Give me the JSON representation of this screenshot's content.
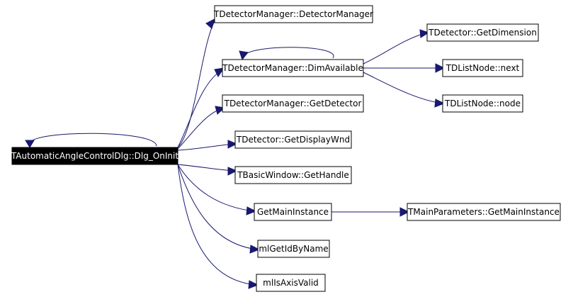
{
  "colors": {
    "edge": "#191970",
    "node_border": "#000000",
    "root_fill": "#000000",
    "root_text": "#ffffff"
  },
  "nodes": [
    {
      "id": "root",
      "label": "TAutomaticAngleControlDlg::Dlg_OnInit",
      "root": true
    },
    {
      "id": "dm_ctor",
      "label": "TDetectorManager::DetectorManager"
    },
    {
      "id": "dm_dim",
      "label": "TDetectorManager::DimAvailable"
    },
    {
      "id": "dm_get",
      "label": "TDetectorManager::GetDetector"
    },
    {
      "id": "det_wnd",
      "label": "TDetector::GetDisplayWnd"
    },
    {
      "id": "bw_handle",
      "label": "TBasicWindow::GetHandle"
    },
    {
      "id": "main_inst",
      "label": "GetMainInstance"
    },
    {
      "id": "ml_id",
      "label": "mlGetIdByName"
    },
    {
      "id": "ml_axis",
      "label": "mlIsAxisValid"
    },
    {
      "id": "det_dim",
      "label": "TDetector::GetDimension"
    },
    {
      "id": "list_next",
      "label": "TDListNode::next"
    },
    {
      "id": "list_node",
      "label": "TDListNode::node"
    },
    {
      "id": "mp_main",
      "label": "TMainParameters::GetMainInstance"
    }
  ],
  "edges": [
    {
      "from": "root",
      "to": "root"
    },
    {
      "from": "root",
      "to": "dm_ctor"
    },
    {
      "from": "root",
      "to": "dm_dim"
    },
    {
      "from": "root",
      "to": "dm_get"
    },
    {
      "from": "root",
      "to": "det_wnd"
    },
    {
      "from": "root",
      "to": "bw_handle"
    },
    {
      "from": "root",
      "to": "main_inst"
    },
    {
      "from": "root",
      "to": "ml_id"
    },
    {
      "from": "root",
      "to": "ml_axis"
    },
    {
      "from": "dm_dim",
      "to": "dm_dim"
    },
    {
      "from": "dm_dim",
      "to": "det_dim"
    },
    {
      "from": "dm_dim",
      "to": "list_next"
    },
    {
      "from": "dm_dim",
      "to": "list_node"
    },
    {
      "from": "main_inst",
      "to": "mp_main"
    }
  ]
}
